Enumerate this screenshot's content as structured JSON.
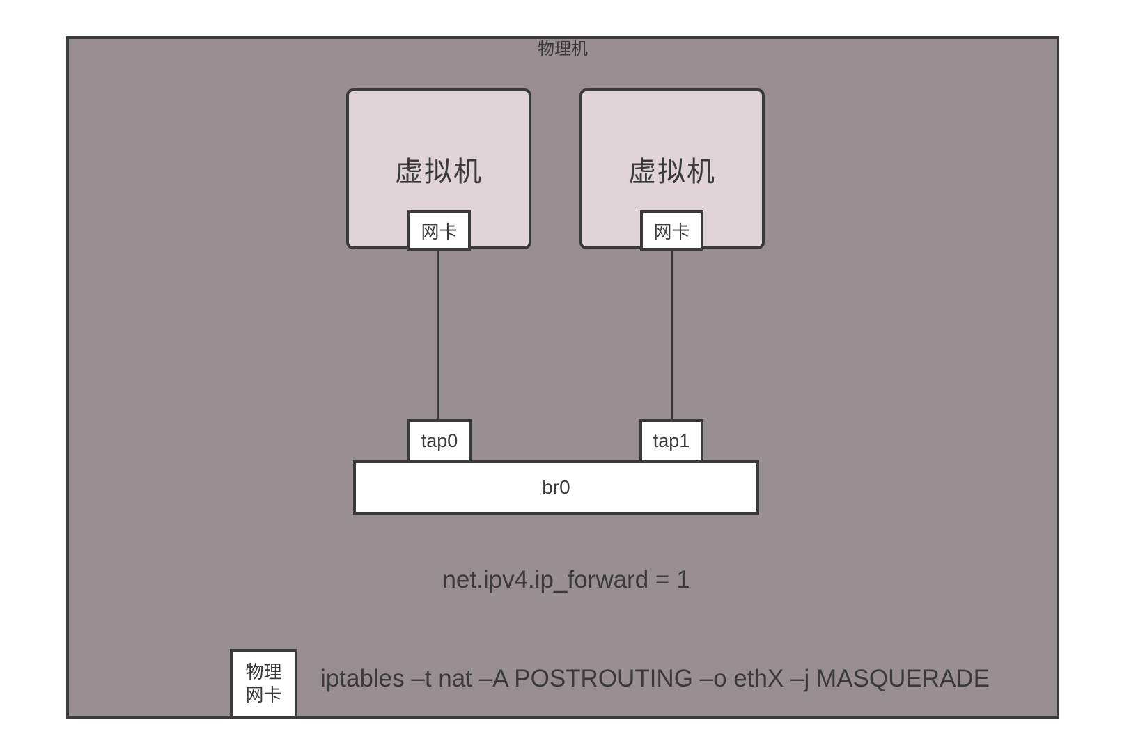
{
  "diagram": {
    "host_label": "物理机",
    "vm1": {
      "label": "虚拟机",
      "nic_label": "网卡"
    },
    "vm2": {
      "label": "虚拟机",
      "nic_label": "网卡"
    },
    "tap0_label": "tap0",
    "tap1_label": "tap1",
    "bridge_label": "br0",
    "sysctl_text": "net.ipv4.ip_forward = 1",
    "phys_nic": {
      "line1": "物理",
      "line2": "网卡"
    },
    "iptables_text": "iptables –t nat –A POSTROUTING –o ethX –j MASQUERADE",
    "colors": {
      "page_bg": "#ffffff",
      "host_fill": "#998f93",
      "vm_fill": "#e1d4d8",
      "node_fill": "#ffffff",
      "stroke": "#3a3a3c",
      "text": "#3a3a3c"
    }
  }
}
